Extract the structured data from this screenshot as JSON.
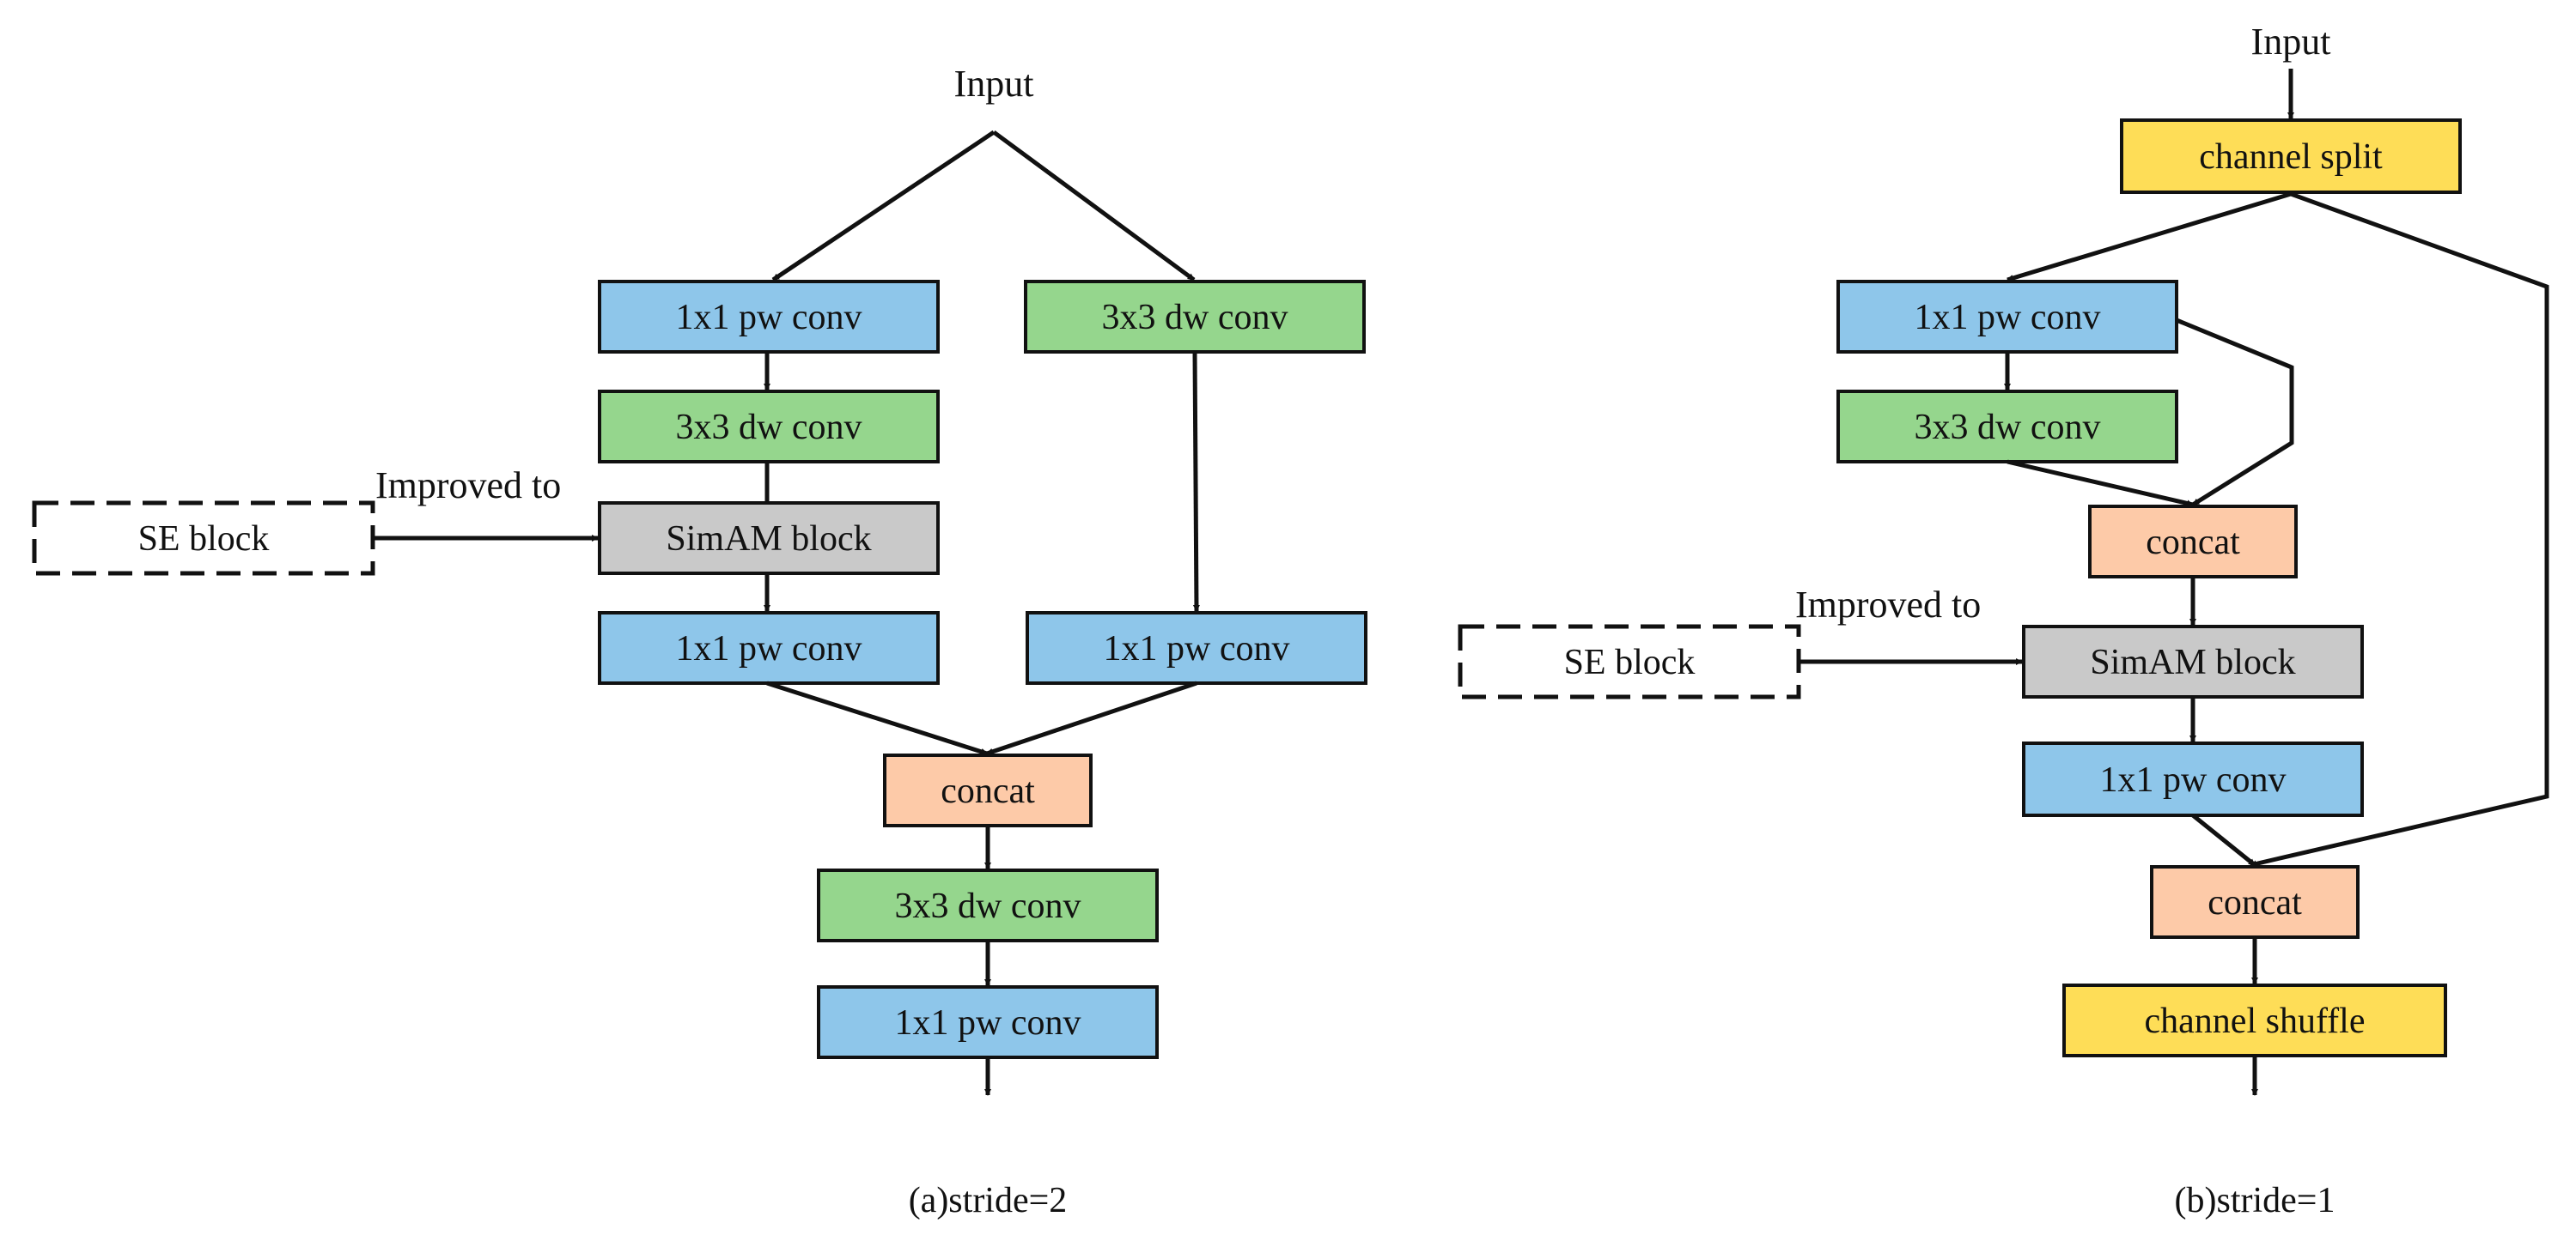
{
  "colors": {
    "pw_conv": "#8ec6ea",
    "dw_conv": "#95d68d",
    "simam": "#c9c9c9",
    "concat": "#fdcaa8",
    "channel": "#fedd57",
    "stroke": "#111111",
    "se_fill": "#ffffff"
  },
  "a": {
    "input": "Input",
    "improved_to": "Improved to",
    "se_block": "SE block",
    "left_pw1": "1x1 pw conv",
    "left_dw": "3x3 dw conv",
    "simam": "SimAM block",
    "left_pw2": "1x1 pw conv",
    "right_dw": "3x3 dw conv",
    "right_pw": "1x1 pw conv",
    "concat": "concat",
    "bottom_dw": "3x3 dw conv",
    "bottom_pw": "1x1 pw conv",
    "caption": "(a)stride=2"
  },
  "b": {
    "input": "Input",
    "channel_split": "channel split",
    "pw1": "1x1 pw conv",
    "dw": "3x3 dw conv",
    "concat1": "concat",
    "improved_to": "Improved to",
    "se_block": "SE block",
    "simam": "SimAM block",
    "pw2": "1x1 pw conv",
    "concat2": "concat",
    "channel_shuffle": "channel shuffle",
    "caption": "(b)stride=1"
  }
}
